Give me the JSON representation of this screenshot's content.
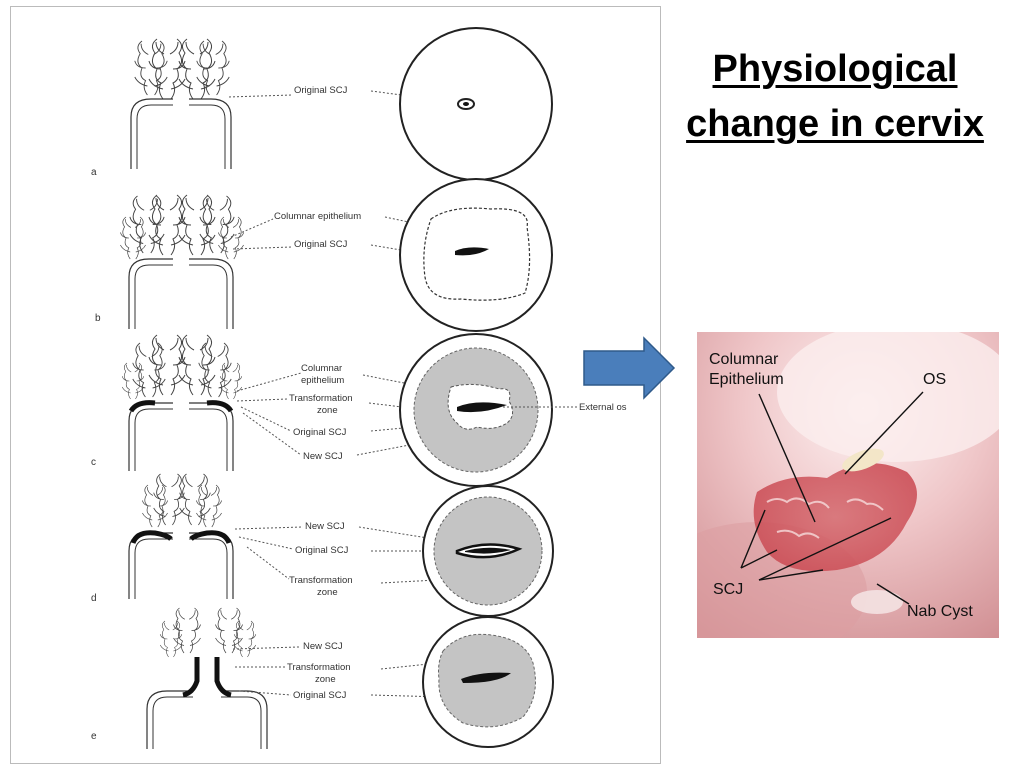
{
  "slide": {
    "title_line1": "Physiological",
    "title_line2": "change in cervix"
  },
  "figure": {
    "panels": [
      {
        "letter": "a",
        "labels": [
          "Original SCJ"
        ]
      },
      {
        "letter": "b",
        "labels": [
          "Columnar epithelium",
          "Original SCJ"
        ]
      },
      {
        "letter": "c",
        "labels": [
          "Columnar",
          "epithelium",
          "Transformation",
          "zone",
          "Original SCJ",
          "New SCJ",
          "External os"
        ]
      },
      {
        "letter": "d",
        "labels": [
          "New SCJ",
          "Original SCJ",
          "Transformation",
          "zone"
        ]
      },
      {
        "letter": "e",
        "labels": [
          "New SCJ",
          "Transformation",
          "zone",
          "Original SCJ"
        ]
      }
    ]
  },
  "photo": {
    "label_columnar_1": "Columnar",
    "label_columnar_2": "Epithelium",
    "label_os": "OS",
    "label_scj": "SCJ",
    "label_nab": "Nab Cyst"
  },
  "colors": {
    "arrow_fill": "#4a7ebb",
    "arrow_stroke": "#2f5a8a",
    "zone_gray": "#c4c4c4",
    "photo_tissue": "#e0a6a8",
    "photo_red": "#c9464f"
  }
}
